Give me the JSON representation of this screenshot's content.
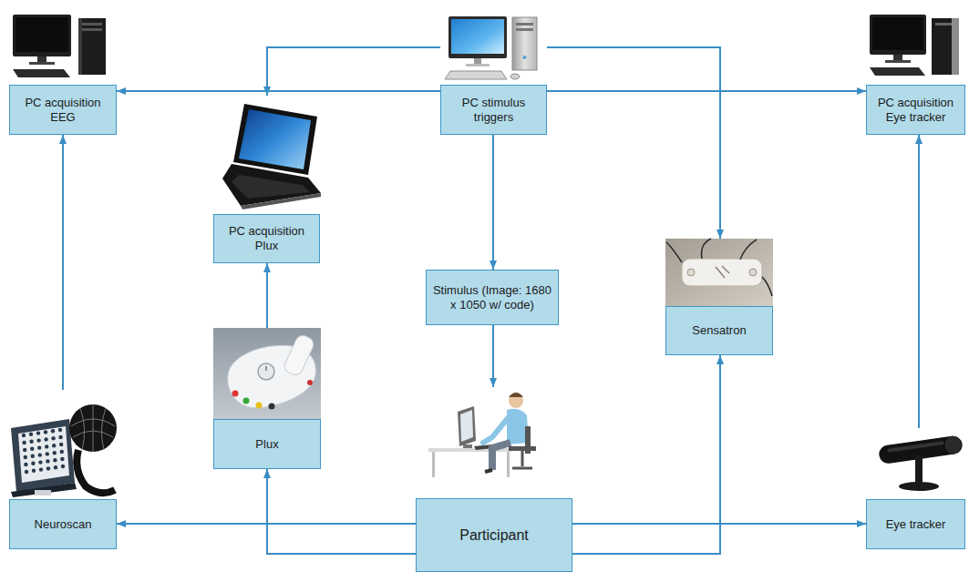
{
  "diagram": {
    "nodes": [
      {
        "text": [
          "PC acquisition EEG"
        ]
      },
      {
        "text": [
          "PC stimulus triggers"
        ]
      },
      {
        "text": [
          "PC acquisition Eye tracker"
        ]
      },
      {
        "text": [
          "PC acquisition Plux"
        ]
      },
      {
        "text": [
          "Stimulus (Image: 1680 x 1050 w/ code)"
        ]
      },
      {
        "text": [
          "Sensatron"
        ]
      },
      {
        "text": [
          "Plux"
        ]
      },
      {
        "text": [
          "Neuroscan"
        ]
      },
      {
        "text": [
          "Participant"
        ]
      },
      {
        "text": [
          "Eye tracker"
        ]
      }
    ],
    "edges": [
      {
        "from": 1,
        "to": 0,
        "arrow": "to"
      },
      {
        "from": 1,
        "to": 3,
        "arrow": "to"
      },
      {
        "from": 1,
        "to": 2,
        "arrow": "to"
      },
      {
        "from": 1,
        "to": 5,
        "arrow": "to"
      },
      {
        "from": 1,
        "to": 4,
        "arrow": "to"
      },
      {
        "from": 4,
        "to": 8,
        "arrow": "to"
      },
      {
        "from": 7,
        "to": 0,
        "arrow": "to"
      },
      {
        "from": 6,
        "to": 3,
        "arrow": "to"
      },
      {
        "from": 9,
        "to": 2,
        "arrow": "to"
      },
      {
        "from": 8,
        "to": 7,
        "arrow": "to"
      },
      {
        "from": 8,
        "to": 6,
        "arrow": "to"
      },
      {
        "from": 8,
        "to": 9,
        "arrow": "to"
      },
      {
        "from": 8,
        "to": 5,
        "arrow": "to"
      }
    ]
  }
}
